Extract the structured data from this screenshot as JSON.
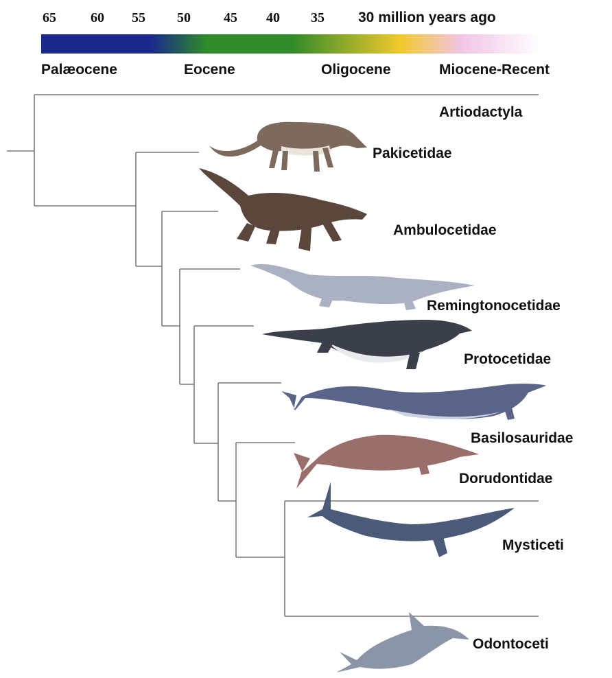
{
  "timescale": {
    "ticks": [
      "65",
      "60",
      "55",
      "50",
      "45",
      "40",
      "35"
    ],
    "last_tick": "30 million years ago",
    "epochs": [
      "Palæocene",
      "Eocene",
      "Oligocene",
      "Miocene-Recent"
    ],
    "colors": [
      "#1a2a8c",
      "#2f8a2a",
      "#f2c92c",
      "#f2c4e6",
      "#ffffff"
    ]
  },
  "taxa": [
    {
      "label": "Artiodactyla",
      "icon": "none"
    },
    {
      "label": "Pakicetidae",
      "icon": "pakicetus-illustration",
      "color": "#7d6a5c"
    },
    {
      "label": "Ambulocetidae",
      "icon": "ambulocetus-illustration",
      "color": "#5b463c"
    },
    {
      "label": "Remingtonocetidae",
      "icon": "remingtonocetus-illustration",
      "color": "#aab1c2"
    },
    {
      "label": "Protocetidae",
      "icon": "protocetus-illustration",
      "color": "#3a3f4a"
    },
    {
      "label": "Basilosauridae",
      "icon": "basilosaurus-illustration",
      "color": "#5a6488"
    },
    {
      "label": "Dorudontidae",
      "icon": "dorudon-illustration",
      "color": "#9a6e6a"
    },
    {
      "label": "Mysticeti",
      "icon": "baleen-whale-illustration",
      "color": "#4a5a78"
    },
    {
      "label": "Odontoceti",
      "icon": "dolphin-illustration",
      "color": "#8a95a8"
    }
  ]
}
